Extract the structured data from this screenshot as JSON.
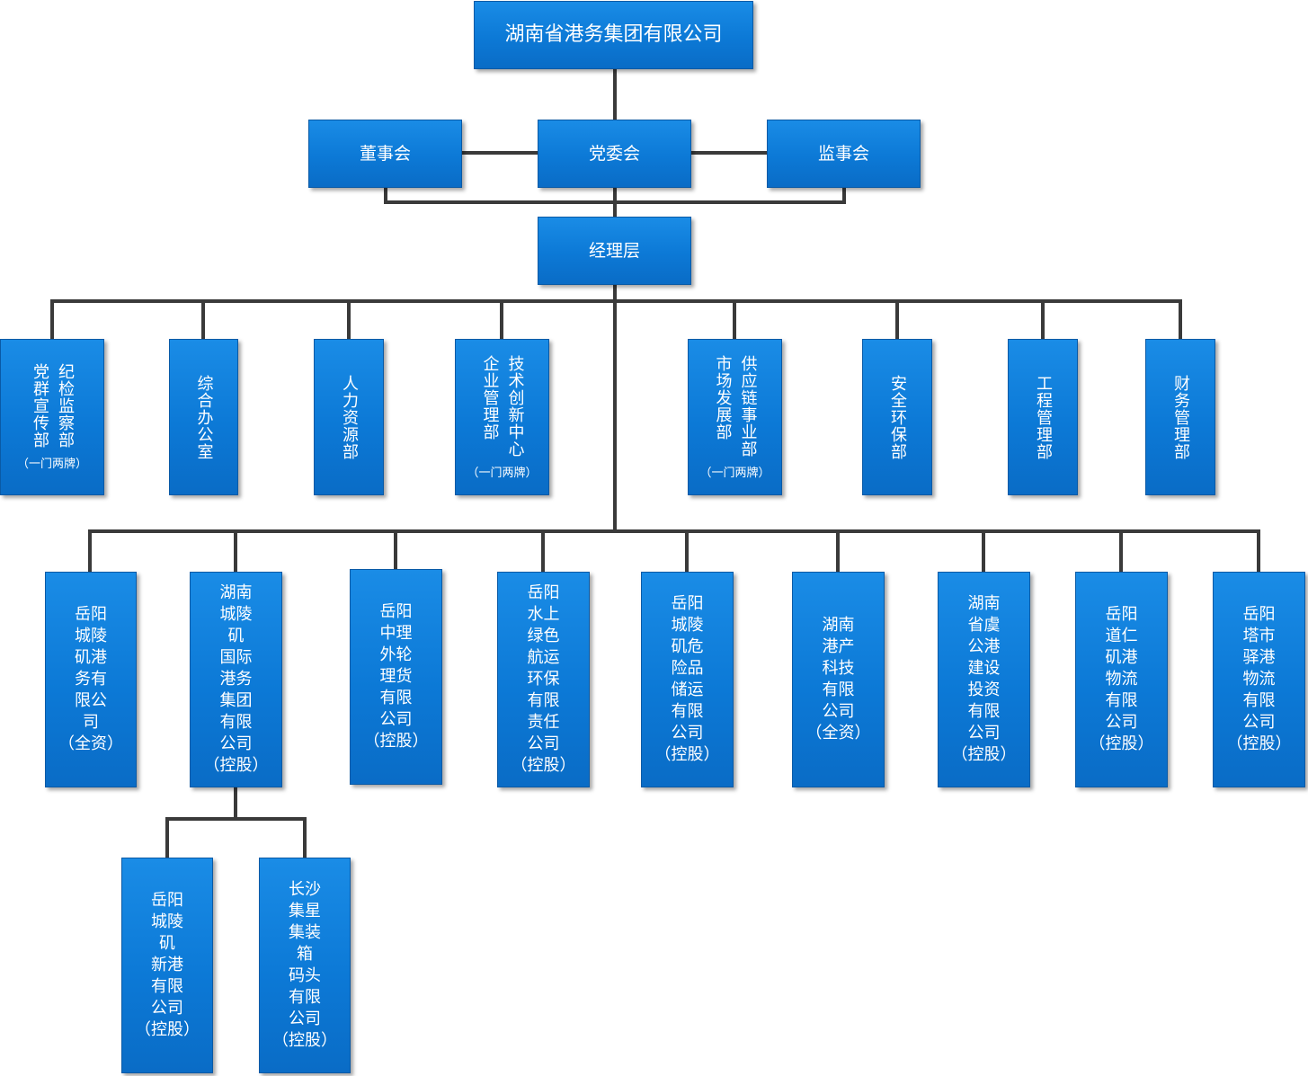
{
  "org": {
    "root": "湖南省港务集团有限公司",
    "board_directors": "董事会",
    "party_committee": "党委会",
    "board_supervisors": "监事会",
    "management": "经理层"
  },
  "departments": [
    {
      "cols": [
        "党群宣传部",
        "纪检监察部"
      ],
      "note": "（一门两牌）"
    },
    {
      "cols": [
        "综合办公室"
      ]
    },
    {
      "cols": [
        "人力资源部"
      ]
    },
    {
      "cols": [
        "企业管理部",
        "技术创新中心"
      ],
      "note": "（一门两牌）"
    },
    {
      "cols": [
        "市场发展部",
        "供应链事业部"
      ],
      "note": "（一门两牌）"
    },
    {
      "cols": [
        "安全环保部"
      ]
    },
    {
      "cols": [
        "工程管理部"
      ]
    },
    {
      "cols": [
        "财务管理部"
      ]
    }
  ],
  "companies": [
    "岳阳\n城陵\n矶港\n务有\n限公\n司\n（全资）",
    "湖南\n城陵\n矶\n国际\n港务\n集团\n有限\n公司\n（控股）",
    "岳阳\n中理\n外轮\n理货\n有限\n公司\n（控股）",
    "岳阳\n水上\n绿色\n航运\n环保\n有限\n责任\n公司\n（控股）",
    "岳阳\n城陵\n矶危\n险品\n储运\n有限\n公司\n（控股）",
    "湖南\n港产\n科技\n有限\n公司\n（全资）",
    "湖南\n省虞\n公港\n建设\n投资\n有限\n公司\n（控股）",
    "岳阳\n道仁\n矶港\n物流\n有限\n公司\n（控股）",
    "岳阳\n塔市\n驿港\n物流\n有限\n公司\n（控股）"
  ],
  "subsidiaries": [
    "岳阳\n城陵\n矶\n新港\n有限\n公司\n（控股）",
    "长沙\n集星\n集装\n箱\n码头\n有限\n公司\n（控股）"
  ],
  "colors": {
    "box_fill": "#0c79d6",
    "box_border": "#0a5aa6",
    "connector": "#3a3a3a",
    "text": "#ffffff"
  }
}
